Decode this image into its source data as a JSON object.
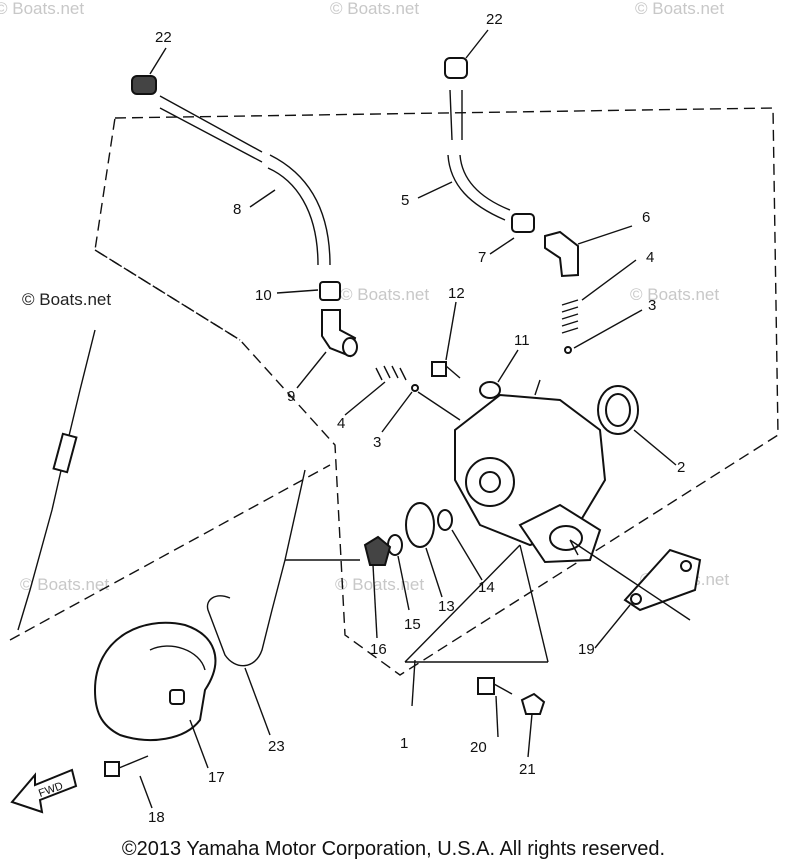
{
  "watermark_text": "© Boats.net",
  "copyright": "©2013 Yamaha Motor Corporation, U.S.A. All rights reserved.",
  "fwd_label": "FWD",
  "callouts": [
    {
      "id": "c22a",
      "label": "22"
    },
    {
      "id": "c22b",
      "label": "22"
    },
    {
      "id": "c8",
      "label": "8"
    },
    {
      "id": "c5",
      "label": "5"
    },
    {
      "id": "c6",
      "label": "6"
    },
    {
      "id": "c7",
      "label": "7"
    },
    {
      "id": "c4a",
      "label": "4"
    },
    {
      "id": "c3a",
      "label": "3"
    },
    {
      "id": "c10",
      "label": "10"
    },
    {
      "id": "c12",
      "label": "12"
    },
    {
      "id": "c11",
      "label": "11"
    },
    {
      "id": "c9",
      "label": "9"
    },
    {
      "id": "c4b",
      "label": "4"
    },
    {
      "id": "c3b",
      "label": "3"
    },
    {
      "id": "c2",
      "label": "2"
    },
    {
      "id": "c14",
      "label": "14"
    },
    {
      "id": "c13",
      "label": "13"
    },
    {
      "id": "c15",
      "label": "15"
    },
    {
      "id": "c16",
      "label": "16"
    },
    {
      "id": "c19",
      "label": "19"
    },
    {
      "id": "c1",
      "label": "1"
    },
    {
      "id": "c20",
      "label": "20"
    },
    {
      "id": "c21",
      "label": "21"
    },
    {
      "id": "c23",
      "label": "23"
    },
    {
      "id": "c17",
      "label": "17"
    },
    {
      "id": "c18",
      "label": "18"
    }
  ]
}
